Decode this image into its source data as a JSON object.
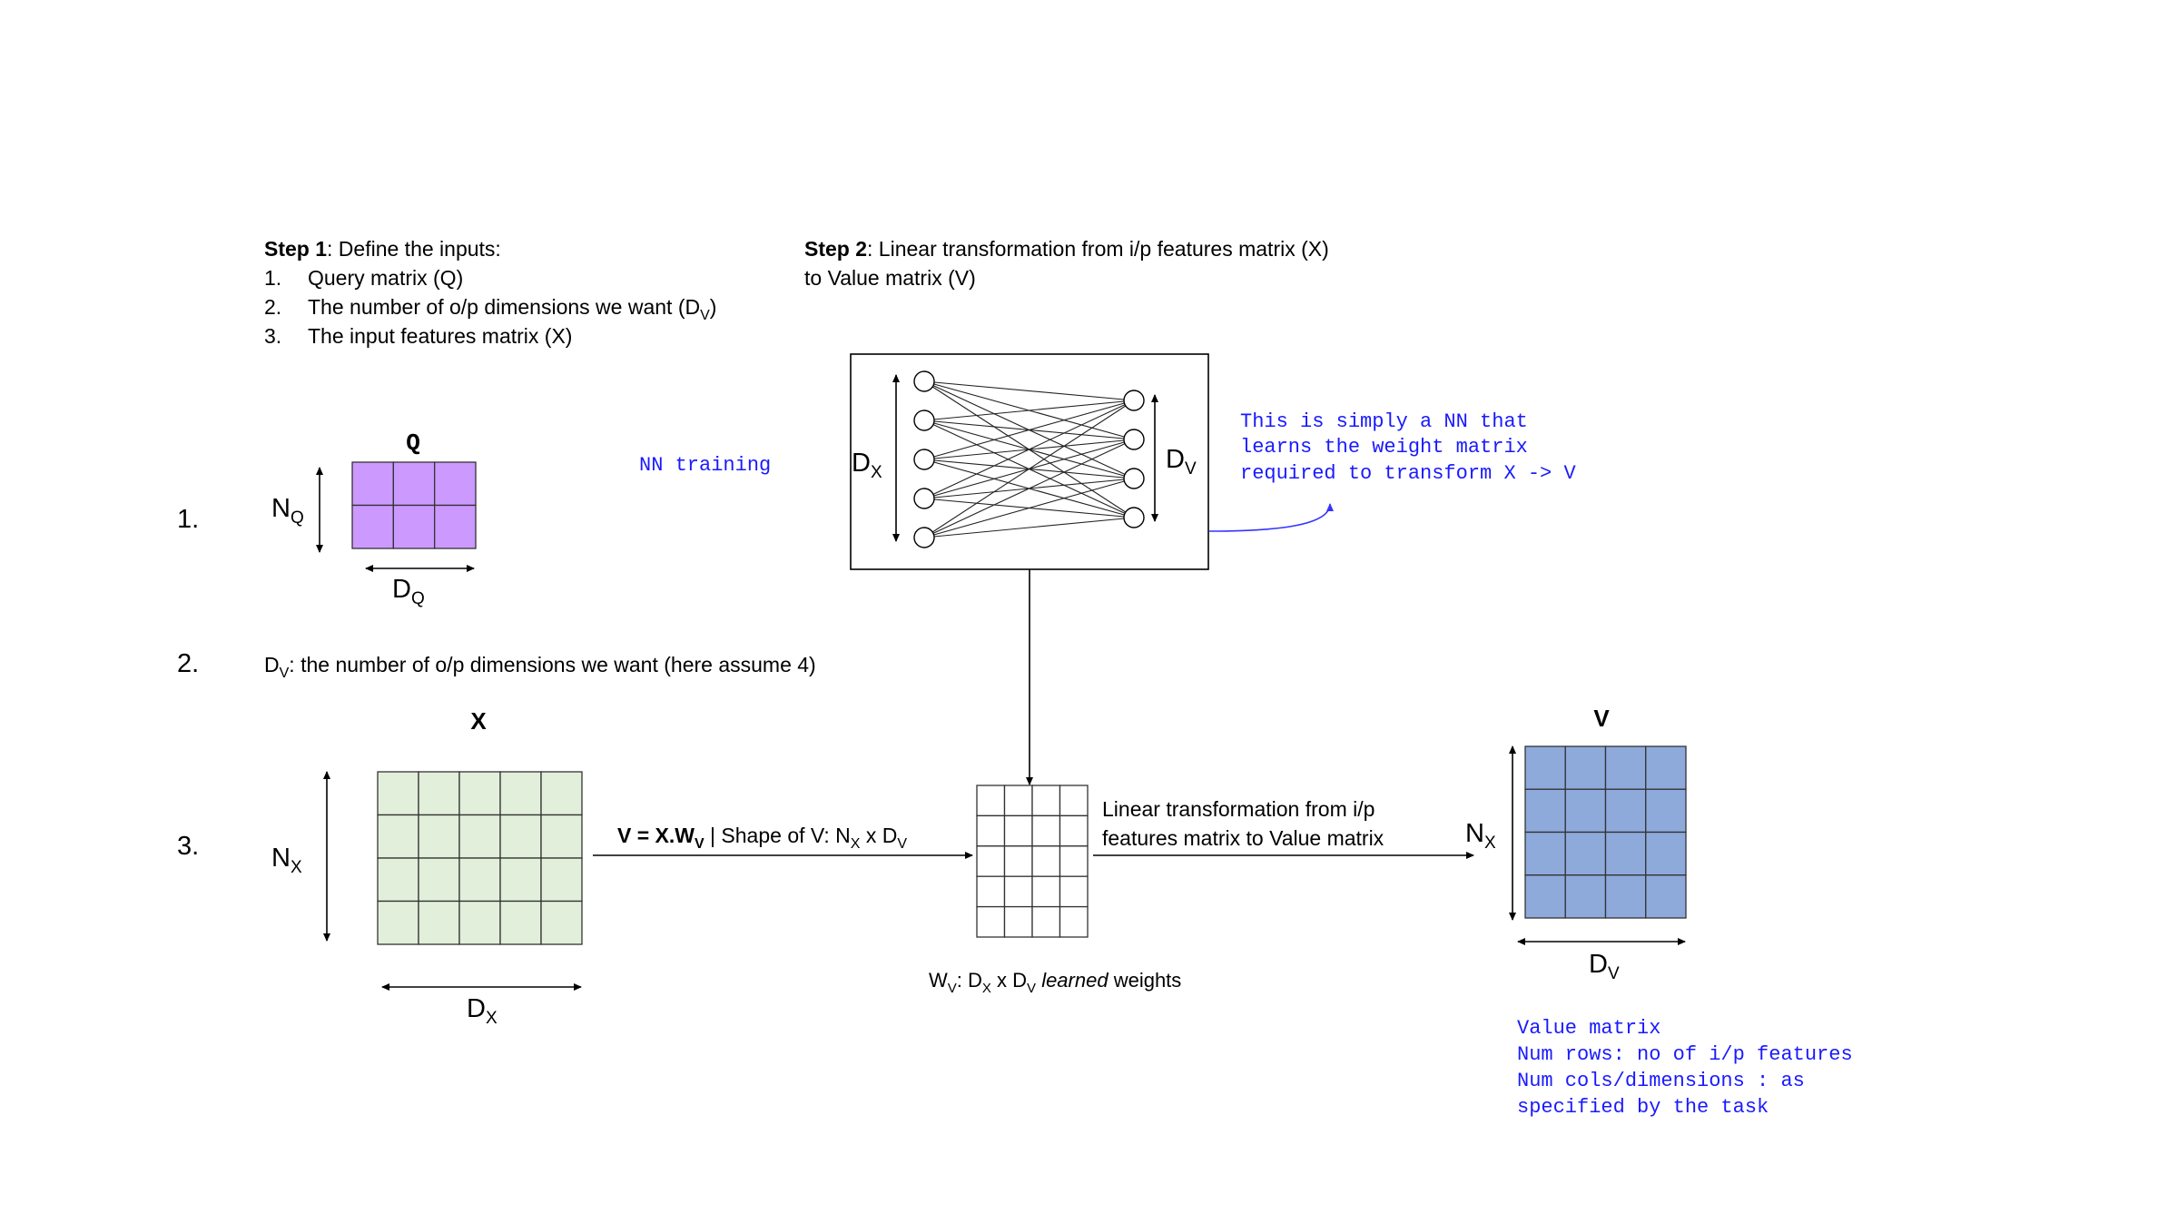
{
  "colors": {
    "q_fill": "#cc99ff",
    "x_fill": "#e2efda",
    "v_fill": "#8eaadb",
    "w_fill": "#ffffff",
    "annotation": "#1a1aff",
    "connector": "#3333ff"
  },
  "step1": {
    "heading_bold": "Step 1",
    "heading_rest": ": Define the inputs:",
    "items": [
      {
        "num": "1.",
        "text": "Query matrix (Q)"
      },
      {
        "num": "2.",
        "text": "The number of o/p dimensions we want (D",
        "sub": "V",
        "after": ")"
      },
      {
        "num": "3.",
        "text": "The input features matrix (X)"
      }
    ]
  },
  "step2": {
    "heading_bold": "Step 2",
    "heading_rest": ": Linear transformation from i/p features matrix (X)",
    "heading_line2": "to Value matrix (V)"
  },
  "row_numbers": [
    "1.",
    "2.",
    "3."
  ],
  "q_matrix": {
    "title": "Q",
    "rows": 2,
    "cols": 3,
    "row_label": "N",
    "row_sub": "Q",
    "col_label": "D",
    "col_sub": "Q"
  },
  "dv_line": {
    "prefix": "D",
    "sub": "V",
    "text": ": the number of o/p dimensions we want (here assume 4)"
  },
  "nn": {
    "training_label": "NN training",
    "input_nodes": 5,
    "output_nodes": 4,
    "left_label": "D",
    "left_sub": "X",
    "right_label": "D",
    "right_sub": "V",
    "note": [
      "This is simply a NN that",
      "learns the weight matrix",
      "required to transform X -> V"
    ]
  },
  "x_matrix": {
    "title": "X",
    "rows": 4,
    "cols": 5,
    "row_label": "N",
    "row_sub": "X",
    "col_label": "D",
    "col_sub": "X"
  },
  "equation": {
    "bold": "V = X.W",
    "bold_sub": "V",
    "rest1": " | Shape of V: N",
    "sub1": "X",
    "rest2": " x D",
    "sub2": "V"
  },
  "w_matrix": {
    "rows": 5,
    "cols": 4,
    "caption_w": "W",
    "caption_w_sub": "V",
    "caption_mid": ": D",
    "caption_sub1": "X",
    "caption_x": " x D",
    "caption_sub2": "V",
    "caption_italic": "learned",
    "caption_end": "weights"
  },
  "transform_label": [
    "Linear transformation from i/p",
    "features matrix to Value matrix"
  ],
  "v_matrix": {
    "title": "V",
    "rows": 4,
    "cols": 4,
    "row_label": "N",
    "row_sub": "X",
    "col_label": "D",
    "col_sub": "V",
    "note": [
      "Value matrix",
      "Num rows: no of i/p features",
      "Num cols/dimensions : as",
      "specified by the task"
    ]
  }
}
